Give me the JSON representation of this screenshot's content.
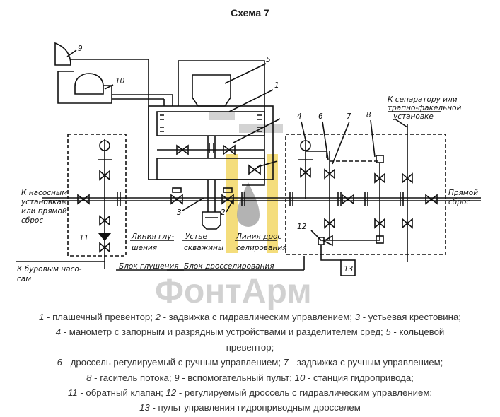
{
  "title": "Схема 7",
  "watermark": {
    "text": "ФонтАрм",
    "color": "#cdcdcd",
    "accent": "#f0cf4a"
  },
  "diagram": {
    "numbers": [
      "1",
      "2",
      "3",
      "4",
      "5",
      "6",
      "7",
      "8",
      "9",
      "10",
      "11",
      "12",
      "13"
    ],
    "labels": {
      "pump_1": "К насосным",
      "pump_2": "установкам",
      "pump_3": "или прямой",
      "pump_4": "сброс",
      "kill_line_1": "Линия глу-",
      "kill_line_2": "шения",
      "wellhead_1": "Устье",
      "wellhead_2": "скважины",
      "choke_line_1": "Линия дрос",
      "choke_line_2": "селирования",
      "separator_1": "К сепаратору или",
      "separator_2": "трапно-факельной",
      "separator_3": "установке",
      "direct_1": "Прямой",
      "direct_2": "сброс",
      "drill_1": "К буровым насо-",
      "drill_2": "сам",
      "kill_block": "Блок глушения",
      "choke_block": "Блок дросселирования"
    }
  },
  "legend": [
    [
      {
        "n": "1",
        "t": " - плашечный превентор; "
      },
      {
        "n": "2",
        "t": " - задвижка с гидравлическим управлением; "
      },
      {
        "n": "3",
        "t": " - устьевая крестовина;"
      }
    ],
    [
      {
        "n": "4",
        "t": " - манометр с запорным и разрядным устройствами и разделителем сред; "
      },
      {
        "n": "5",
        "t": " - кольцевой"
      }
    ],
    [
      {
        "n": "",
        "t": "превентор;"
      }
    ],
    [
      {
        "n": "6",
        "t": " - дроссель регулируемый с ручным управлением; "
      },
      {
        "n": "7",
        "t": " - задвижка с ручным управлением;"
      }
    ],
    [
      {
        "n": "8",
        "t": " - гаситель потока; "
      },
      {
        "n": "9",
        "t": " - вспомогательный пульт; "
      },
      {
        "n": "10",
        "t": " - станция гидропривода;"
      }
    ],
    [
      {
        "n": "11",
        "t": " - обратный клапан; "
      },
      {
        "n": "12",
        "t": " - регулируемый дроссель с гидравлическим управлением;"
      }
    ],
    [
      {
        "n": "13",
        "t": " - пульт управления гидроприводным дросселем"
      }
    ]
  ]
}
